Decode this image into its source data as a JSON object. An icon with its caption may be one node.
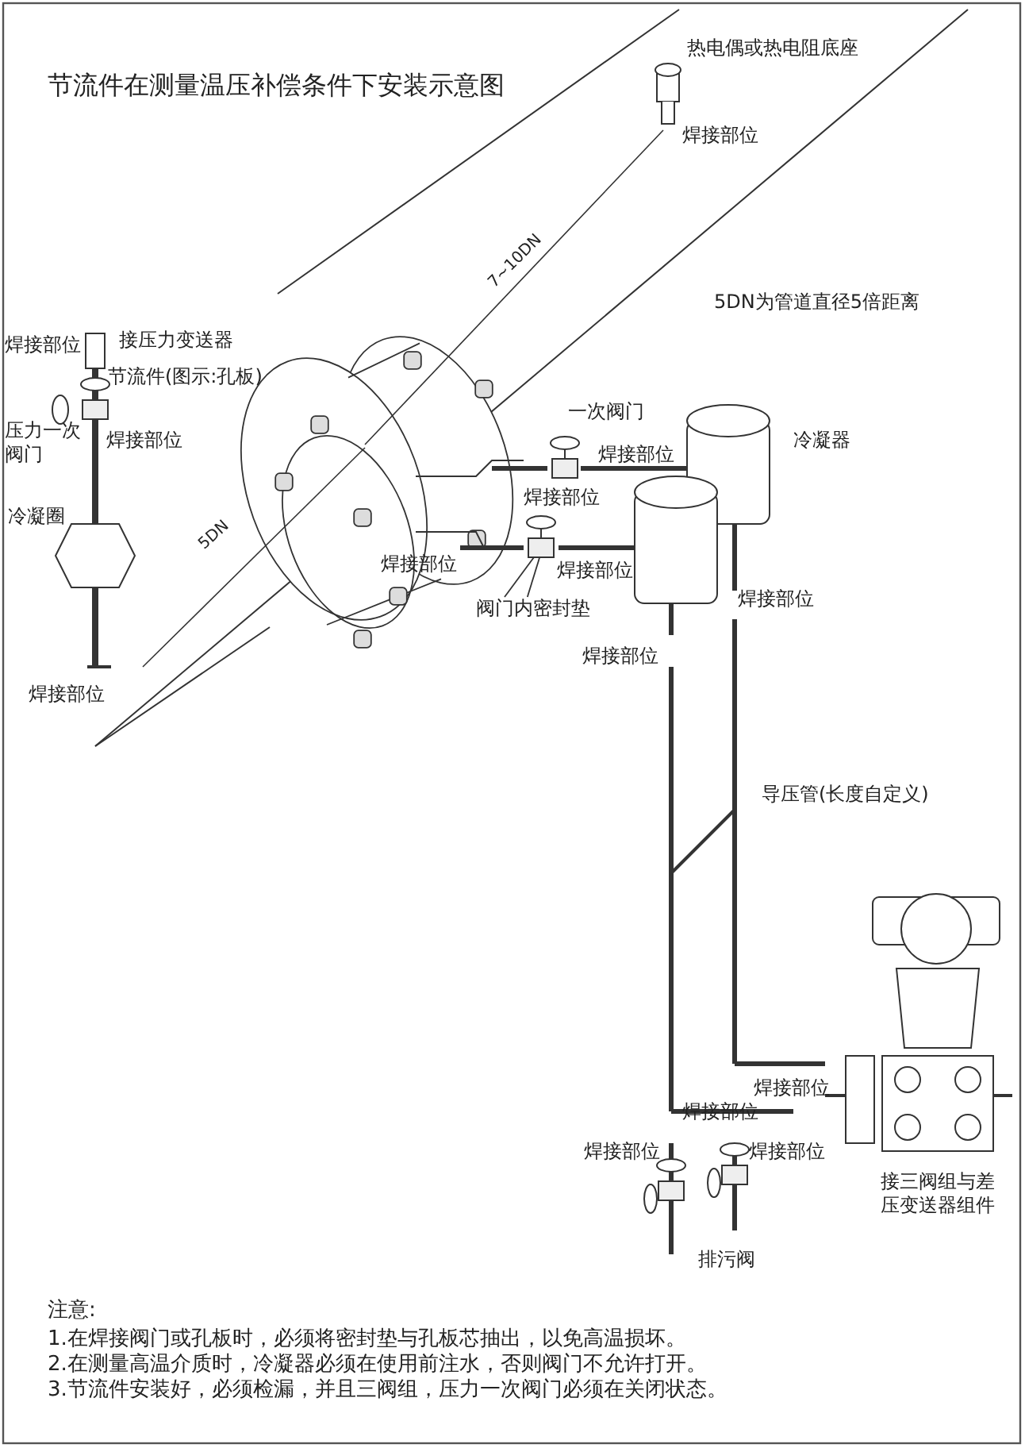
{
  "diagram": {
    "title": "节流件在测量温压补偿条件下安装示意图",
    "nodes": [
      {
        "text": [
          "阀门内密封垫"
        ]
      },
      {
        "text": [],
        "shape": "picture"
      }
    ],
    "edges": [
      {
        "from": 0,
        "to": 1,
        "arrow": "none"
      },
      {
        "from": 0,
        "to": 1,
        "arrow": "none"
      }
    ],
    "labels": [
      "热电偶或热电阻底座",
      "焊接部位",
      "7~10DN",
      "5DN为管道直径5倍距离",
      "焊接部位",
      "接压力变送器",
      "节流件(图示:孔板)",
      "压力一次阀门",
      "焊接部位",
      "一次阀门",
      "冷凝器",
      "焊接部位",
      "焊接部位",
      "冷凝圈",
      "5DN",
      "焊接部位",
      "焊接部位",
      "焊接部位",
      "焊接部位",
      "焊接部位",
      "导压管(长度自定义)",
      "焊接部位",
      "焊接部位",
      "焊接部位",
      "焊接部位",
      "接三阀组与差压变送器组件",
      "排污阀",
      "注意:",
      "1.在焊接阀门或孔板时，必须将密封垫与孔板芯抽出，以免高温损坏。",
      "2.在测量高温介质时，冷凝器必须在使用前注水，否则阀门不允许打开。",
      "3.节流件安装好，必须检漏，并且三阀组，压力一次阀门必须在关闭状态。"
    ]
  }
}
